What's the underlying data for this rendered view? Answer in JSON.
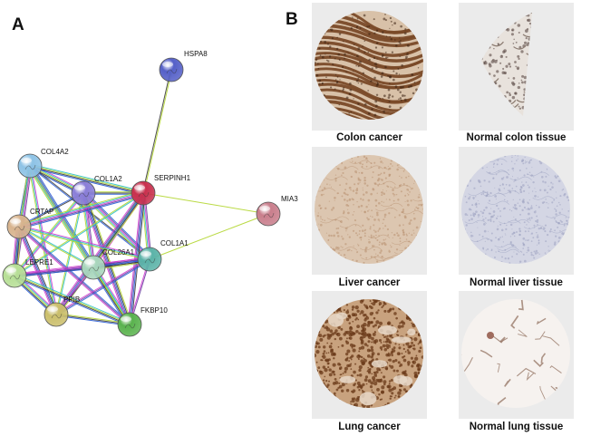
{
  "panels": {
    "a_letter": "A",
    "b_letter": "B"
  },
  "network": {
    "nodes": [
      {
        "id": "HSPA8",
        "label": "HSPA8",
        "color": "#5560c8"
      },
      {
        "id": "COL4A2",
        "label": "COL4A2",
        "color": "#8ec3e6"
      },
      {
        "id": "COL1A2",
        "label": "COL1A2",
        "color": "#8a7ed8"
      },
      {
        "id": "SERPINH1",
        "label": "SERPINH1",
        "color": "#c9304e"
      },
      {
        "id": "MIA3",
        "label": "MIA3",
        "color": "#c97e8c"
      },
      {
        "id": "CRTAP",
        "label": "CRTAP",
        "color": "#d8b48e"
      },
      {
        "id": "COL1A1",
        "label": "COL1A1",
        "color": "#5bb3a8"
      },
      {
        "id": "COL26A1",
        "label": "COL26A1",
        "color": "#a8d6bc"
      },
      {
        "id": "LEPRE1",
        "label": "LEPRE1",
        "color": "#b7df96"
      },
      {
        "id": "PPIB",
        "label": "PPIB",
        "color": "#cbbf6c"
      },
      {
        "id": "FKBP10",
        "label": "FKBP10",
        "color": "#5ab34e"
      }
    ],
    "edge_colors": [
      "#6b3fa0",
      "#d23fd2",
      "#2ec0c8",
      "#b3d630",
      "#3c3c3c",
      "#2a5ed8"
    ]
  },
  "tissues": [
    {
      "caption": "Colon cancer",
      "stain": "#7a4a28",
      "bg": "#d8c1a8",
      "pattern": "colon-cancer"
    },
    {
      "caption": "Normal colon tissue",
      "stain": "#8a7a70",
      "bg": "#e8e2dc",
      "pattern": "colon-normal"
    },
    {
      "caption": "Liver cancer",
      "stain": "#b89070",
      "bg": "#dcc6b0",
      "pattern": "liver-cancer"
    },
    {
      "caption": "Normal liver tissue",
      "stain": "#9aa0c0",
      "bg": "#d4d6e4",
      "pattern": "liver-normal"
    },
    {
      "caption": "Lung cancer",
      "stain": "#6a3818",
      "bg": "#c8a27e",
      "pattern": "lung-cancer"
    },
    {
      "caption": "Normal lung tissue",
      "stain": "#9a7a6a",
      "bg": "#f6f2ef",
      "pattern": "lung-normal"
    }
  ]
}
